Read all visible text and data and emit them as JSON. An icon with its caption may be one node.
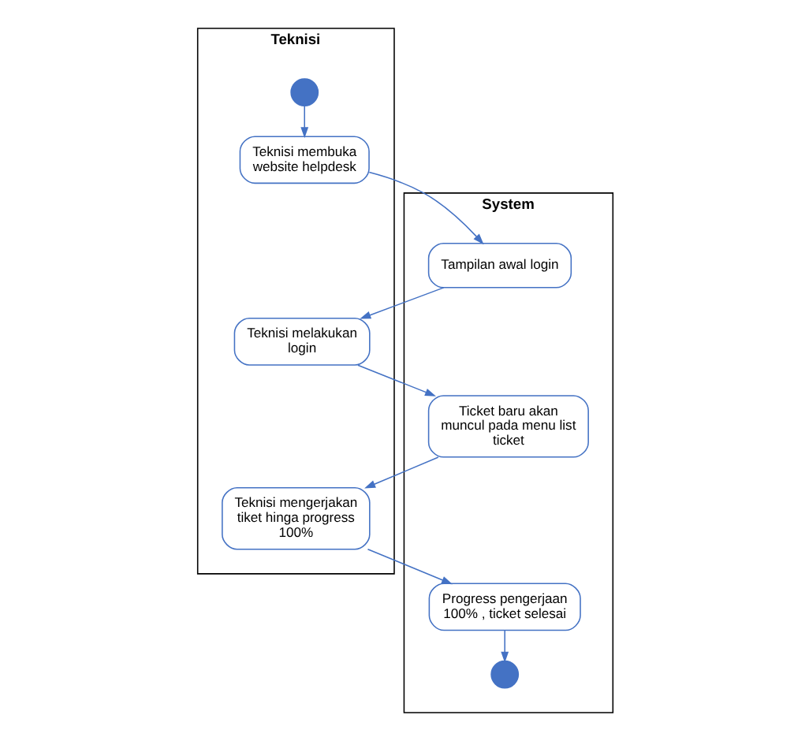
{
  "diagram": {
    "nodes": [
      {
        "text": [
          "Teknisi"
        ]
      },
      {
        "text": [
          "System"
        ]
      },
      {
        "text": [],
        "shape": "circle",
        "in": 0
      },
      {
        "text": [
          "Teknisi membuka website helpdesk"
        ],
        "in": 0
      },
      {
        "text": [
          "Tampilan awal login"
        ],
        "in": 1
      },
      {
        "text": [
          "Teknisi melakukan login"
        ],
        "in": 0
      },
      {
        "text": [
          "Ticket baru akan muncul pada menu list ticket"
        ],
        "in": 1
      },
      {
        "text": [
          "Teknisi mengerjakan tiket hinga progress 100%"
        ],
        "in": 0
      },
      {
        "text": [
          "Progress pengerjaan 100% , ticket selesai"
        ],
        "in": 1
      },
      {
        "text": [],
        "shape": "circle",
        "in": 1
      }
    ],
    "edges": [
      {
        "from": 2,
        "to": 3,
        "arrow": "to"
      },
      {
        "from": 3,
        "to": 4,
        "arrow": "to"
      },
      {
        "from": 4,
        "to": 5,
        "arrow": "to"
      },
      {
        "from": 5,
        "to": 6,
        "arrow": "to"
      },
      {
        "from": 6,
        "to": 7,
        "arrow": "to"
      },
      {
        "from": 7,
        "to": 8,
        "arrow": "to"
      },
      {
        "from": 8,
        "to": 9,
        "arrow": "to"
      }
    ]
  }
}
